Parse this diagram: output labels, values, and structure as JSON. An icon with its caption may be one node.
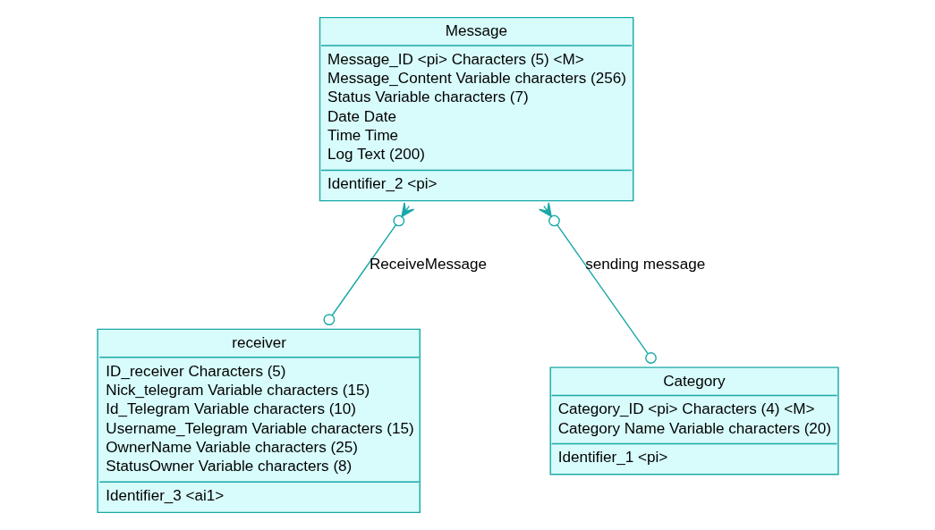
{
  "diagram": {
    "nodes": [
      {
        "text": [
          "Message",
          "Message_ID <pi> Characters (5) <M>",
          "Message_Content Variable characters (256)",
          "Status Variable characters (7)",
          "Date Date",
          "Time Time",
          "Log Text (200)",
          "Identifier_2 <pi>"
        ]
      },
      {
        "text": [
          "receiver",
          "ID_receiver Characters (5)",
          "Nick_telegram Variable characters (15)",
          "Id_Telegram Variable characters (10)",
          "Username_Telegram Variable characters (15)",
          "OwnerName Variable characters (25)",
          "StatusOwner Variable characters (8)",
          "Identifier_3 <ai1>"
        ]
      },
      {
        "text": [
          "Category",
          "Category_ID <pi> Characters (4) <M>",
          "Category Name Variable characters (20)",
          "Identifier_1 <pi>"
        ]
      }
    ],
    "edges": [
      {
        "from": 0,
        "to": 1,
        "arrow": "other",
        "label": "ReceiveMessage"
      },
      {
        "from": 0,
        "to": 2,
        "arrow": "other",
        "label": "sending message"
      }
    ]
  }
}
